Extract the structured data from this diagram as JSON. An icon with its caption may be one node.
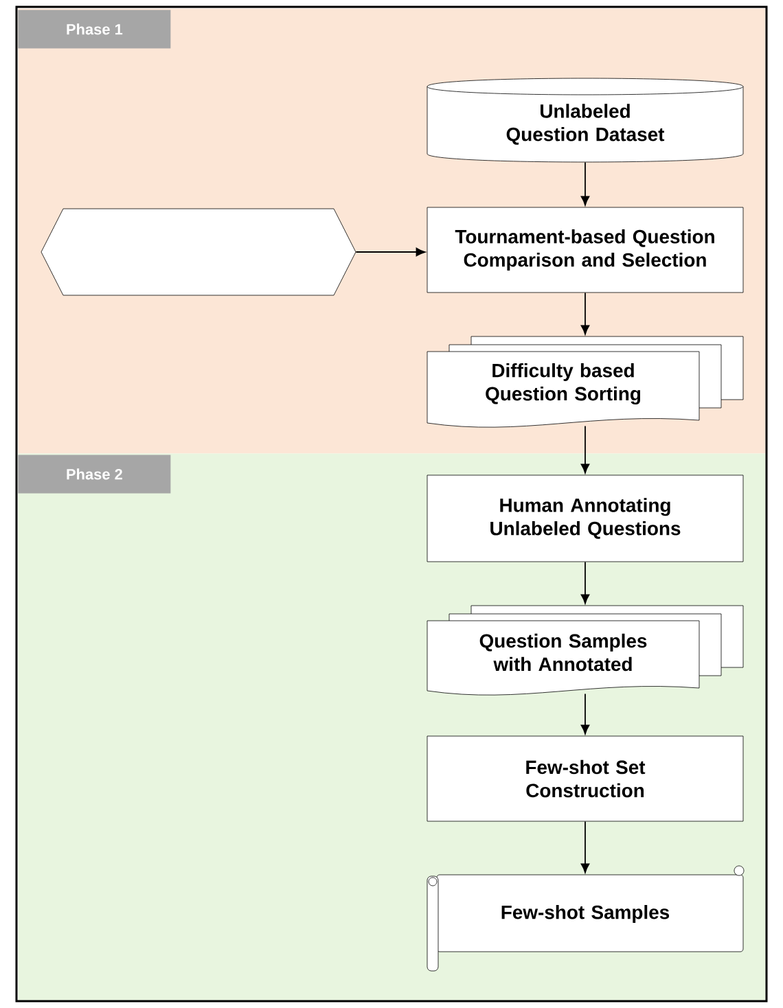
{
  "diagram": {
    "nodes": [
      {
        "text": [
          "Phase 1"
        ]
      },
      {
        "text": [
          "Unlabeled Question Dataset"
        ],
        "in": 0
      },
      {
        "text": [],
        "shape": "hexagon",
        "in": 0
      },
      {
        "text": [
          "Tournament-based Question Comparison and Selection"
        ],
        "in": 0
      },
      {
        "text": [
          "Difficulty based Question Sorting"
        ],
        "in": 0
      },
      {
        "text": [
          "Phase 2"
        ]
      },
      {
        "text": [
          "Human Annotating Unlabeled Questions"
        ],
        "in": 5
      },
      {
        "text": [
          "Question Samples with Annotated"
        ],
        "in": 5
      },
      {
        "text": [
          "Few-shot Set Construction"
        ],
        "in": 5
      },
      {
        "text": [
          "Few-shot Samples"
        ],
        "in": 5
      }
    ],
    "edges": [
      {
        "from": 1,
        "to": 3,
        "arrow": "to"
      },
      {
        "from": 2,
        "to": 3,
        "arrow": "to"
      },
      {
        "from": 3,
        "to": 4,
        "arrow": "to"
      },
      {
        "from": 4,
        "to": 6,
        "arrow": "to"
      },
      {
        "from": 6,
        "to": 7,
        "arrow": "to"
      },
      {
        "from": 7,
        "to": 8,
        "arrow": "to"
      },
      {
        "from": 8,
        "to": 9,
        "arrow": "to"
      }
    ]
  }
}
